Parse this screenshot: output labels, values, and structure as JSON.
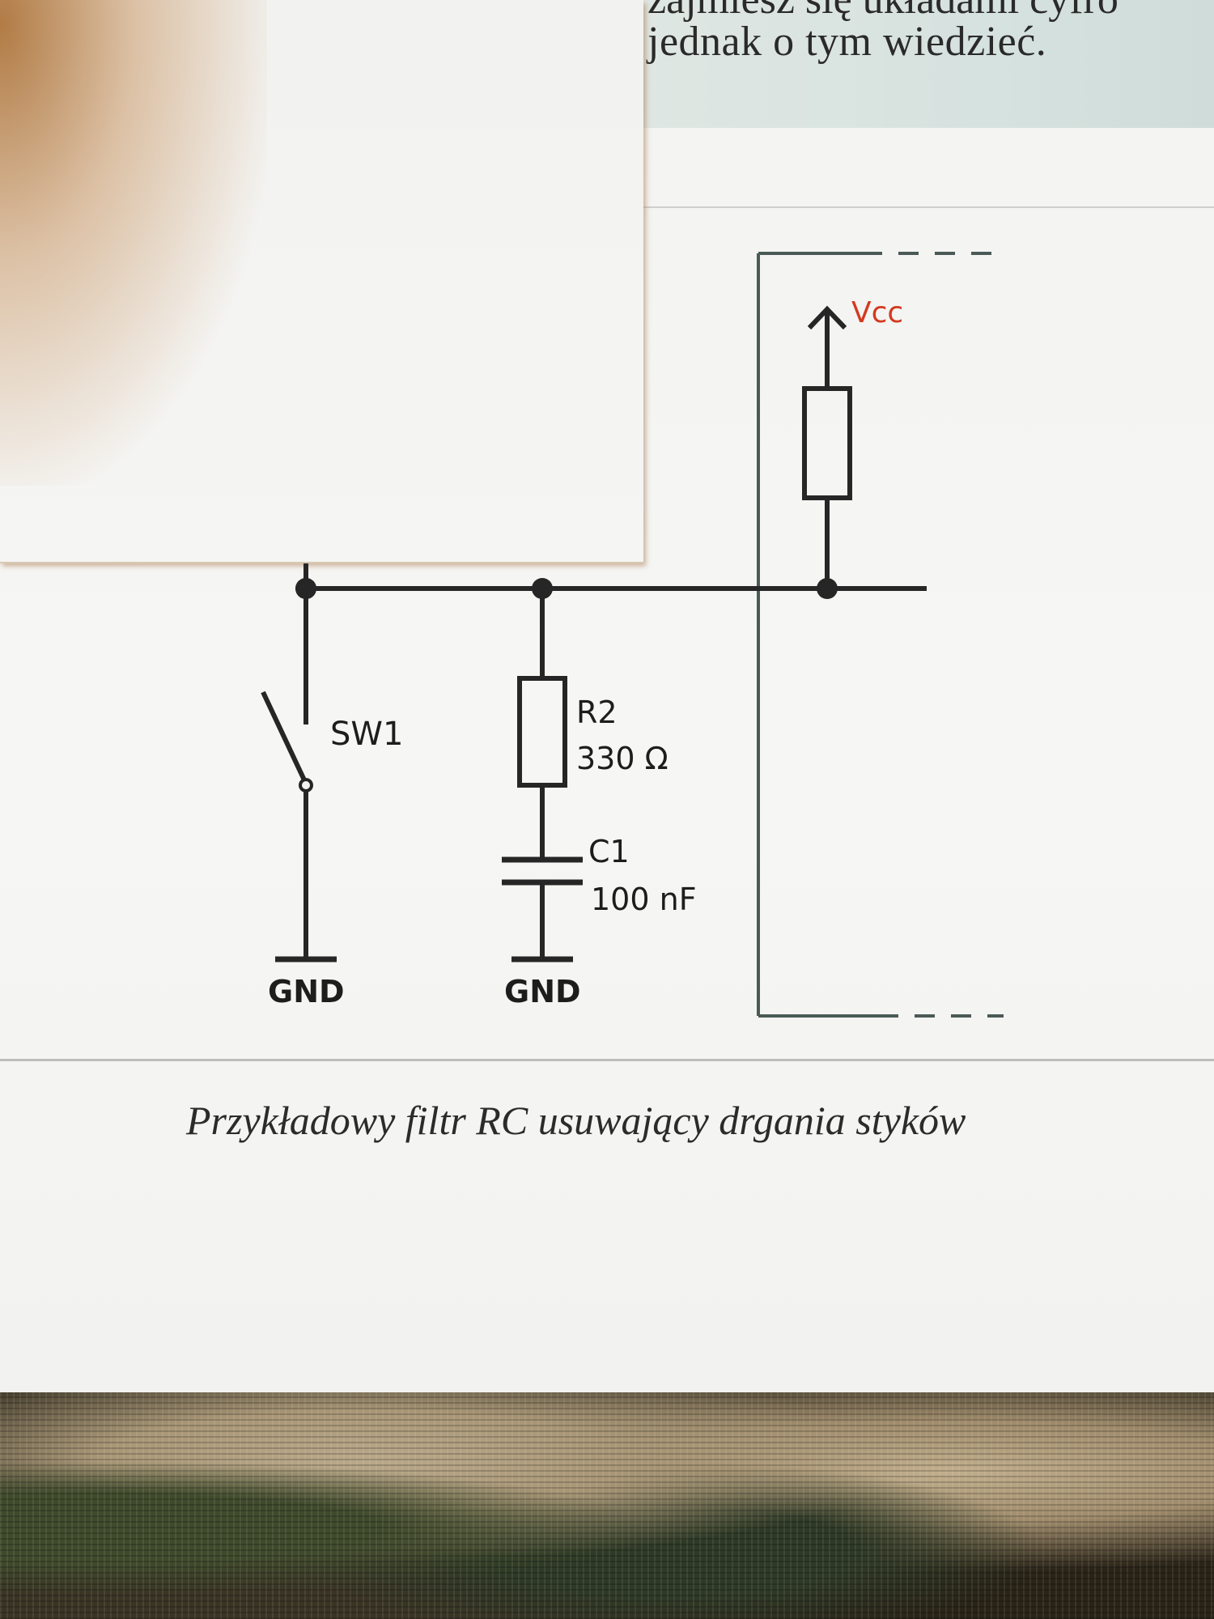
{
  "book": {
    "top_text_partial": "zajmiesz się układami cyfro",
    "top_text": "jednak o tym wiedzieć."
  },
  "diagram": {
    "vcc_label": "Vcc",
    "switch_label": "SW1",
    "resistor_name": "R2",
    "resistor_value": "330 Ω",
    "capacitor_name": "C1",
    "capacitor_value": "100 nF",
    "ground_label_left": "GND",
    "ground_label_right": "GND"
  },
  "caption": "Przykładowy filtr RC usuwający drgania styków",
  "colors": {
    "wire": "#262626",
    "vcc_label": "#d23a1f",
    "frame": "#4a5a57"
  }
}
